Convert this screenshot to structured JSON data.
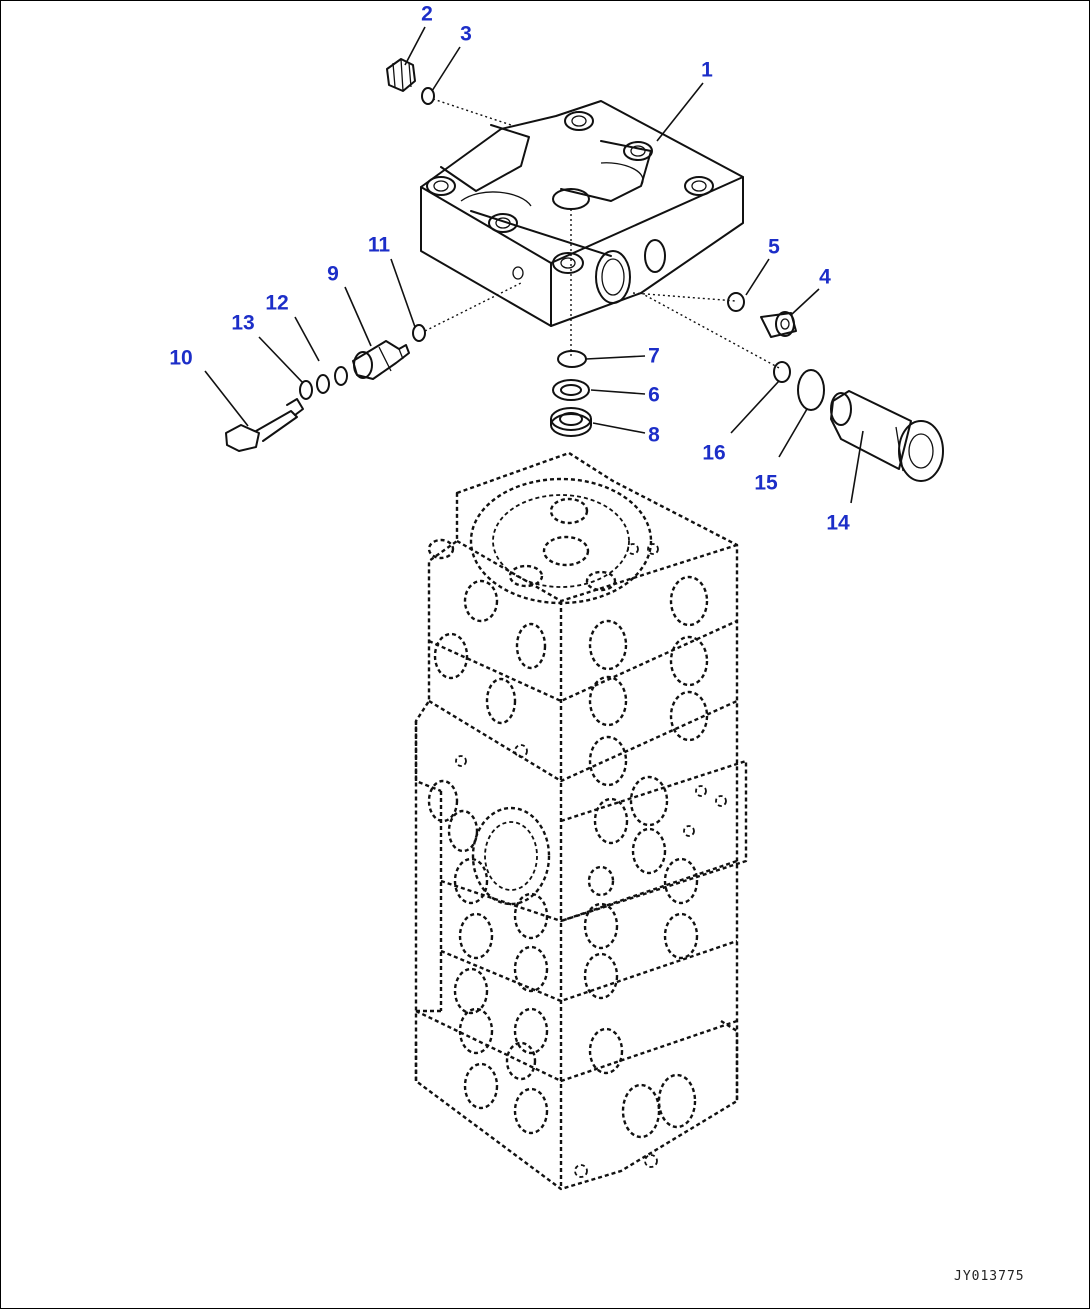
{
  "callouts": [
    {
      "id": "1",
      "label": "1"
    },
    {
      "id": "2",
      "label": "2"
    },
    {
      "id": "3",
      "label": "3"
    },
    {
      "id": "4",
      "label": "4"
    },
    {
      "id": "5",
      "label": "5"
    },
    {
      "id": "6",
      "label": "6"
    },
    {
      "id": "7",
      "label": "7"
    },
    {
      "id": "8",
      "label": "8"
    },
    {
      "id": "9",
      "label": "9"
    },
    {
      "id": "10",
      "label": "10"
    },
    {
      "id": "11",
      "label": "11"
    },
    {
      "id": "12",
      "label": "12"
    },
    {
      "id": "13",
      "label": "13"
    },
    {
      "id": "14",
      "label": "14"
    },
    {
      "id": "15",
      "label": "15"
    },
    {
      "id": "16",
      "label": "16"
    }
  ],
  "drawing_code": "JY013775",
  "colors": {
    "callout": "#1c2ec8",
    "line": "#111111",
    "background": "#ffffff"
  }
}
